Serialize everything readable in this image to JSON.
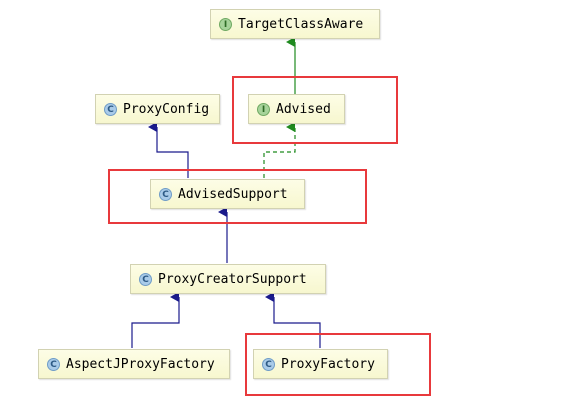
{
  "colors": {
    "extends_arrow": "#1a1a8c",
    "implements_arrow": "#1f8a1f",
    "highlight": "#e8393c",
    "interface_badge": "#a6d39a",
    "class_badge": "#a9cbe9",
    "node_fill": "#f9f9d8"
  },
  "nodes": {
    "target_class_aware": {
      "badge": "I",
      "kind": "interface",
      "label": "TargetClassAware"
    },
    "proxy_config": {
      "badge": "C",
      "kind": "class",
      "label": "ProxyConfig"
    },
    "advised": {
      "badge": "I",
      "kind": "interface",
      "label": "Advised"
    },
    "advised_support": {
      "badge": "C",
      "kind": "class",
      "label": "AdvisedSupport"
    },
    "proxy_creator_support": {
      "badge": "C",
      "kind": "class",
      "label": "ProxyCreatorSupport"
    },
    "aspectj_proxy_factory": {
      "badge": "C",
      "kind": "class",
      "label": "AspectJProxyFactory"
    },
    "proxy_factory": {
      "badge": "C",
      "kind": "class",
      "label": "ProxyFactory"
    }
  },
  "relations": [
    {
      "from": "Advised",
      "to": "TargetClassAware",
      "type": "extends-interface"
    },
    {
      "from": "AdvisedSupport",
      "to": "ProxyConfig",
      "type": "extends"
    },
    {
      "from": "AdvisedSupport",
      "to": "Advised",
      "type": "implements"
    },
    {
      "from": "ProxyCreatorSupport",
      "to": "AdvisedSupport",
      "type": "extends"
    },
    {
      "from": "AspectJProxyFactory",
      "to": "ProxyCreatorSupport",
      "type": "extends"
    },
    {
      "from": "ProxyFactory",
      "to": "ProxyCreatorSupport",
      "type": "extends"
    }
  ],
  "highlighted": [
    "Advised",
    "AdvisedSupport",
    "ProxyFactory"
  ]
}
